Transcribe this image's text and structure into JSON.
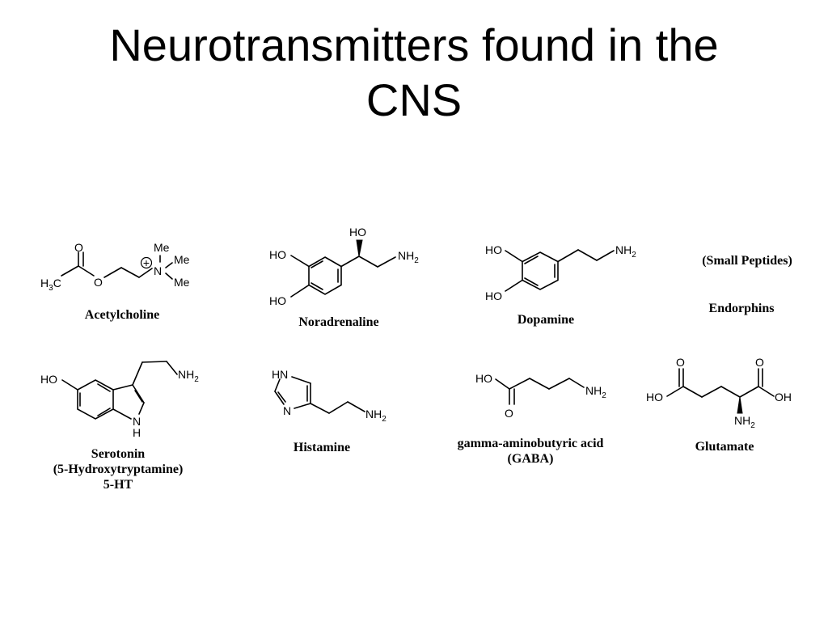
{
  "title": {
    "line1": "Neurotransmitters found in the",
    "line2": "CNS"
  },
  "molecules": {
    "acetylcholine": {
      "name": "Acetylcholine",
      "atoms": {
        "o_carbonyl": "O",
        "o_ester": "O",
        "h3c": "H",
        "h3c_sub": "3",
        "h3c_c": "C",
        "n": "N",
        "me1": "Me",
        "me2": "Me",
        "me3": "Me",
        "charge": "+"
      }
    },
    "noradrenaline": {
      "name": "Noradrenaline",
      "atoms": {
        "ho_top": "HO",
        "ho1": "HO",
        "ho2": "HO",
        "nh": "NH",
        "nh_sub": "2"
      }
    },
    "dopamine": {
      "name": "Dopamine",
      "atoms": {
        "ho1": "HO",
        "ho2": "HO",
        "nh": "NH",
        "nh_sub": "2"
      }
    },
    "endorphins": {
      "note": "(Small Peptides)",
      "name": "Endorphins"
    },
    "serotonin": {
      "name_line1": "Serotonin",
      "name_line2": "(5-Hydroxytryptamine)",
      "name_line3": "5-HT",
      "atoms": {
        "ho": "HO",
        "nh": "NH",
        "nh_sub": "2",
        "n": "N",
        "h": "H"
      }
    },
    "histamine": {
      "name": "Histamine",
      "atoms": {
        "hn": "HN",
        "n": "N",
        "nh": "NH",
        "nh_sub": "2"
      }
    },
    "gaba": {
      "name_line1": "gamma-aminobutyric acid",
      "name_line2": "(GABA)",
      "atoms": {
        "ho": "HO",
        "o": "O",
        "nh": "NH",
        "nh_sub": "2"
      }
    },
    "glutamate": {
      "name": "Glutamate",
      "atoms": {
        "o1": "O",
        "o2": "O",
        "ho": "HO",
        "oh": "OH",
        "nh": "NH",
        "nh_sub": "2"
      }
    }
  }
}
